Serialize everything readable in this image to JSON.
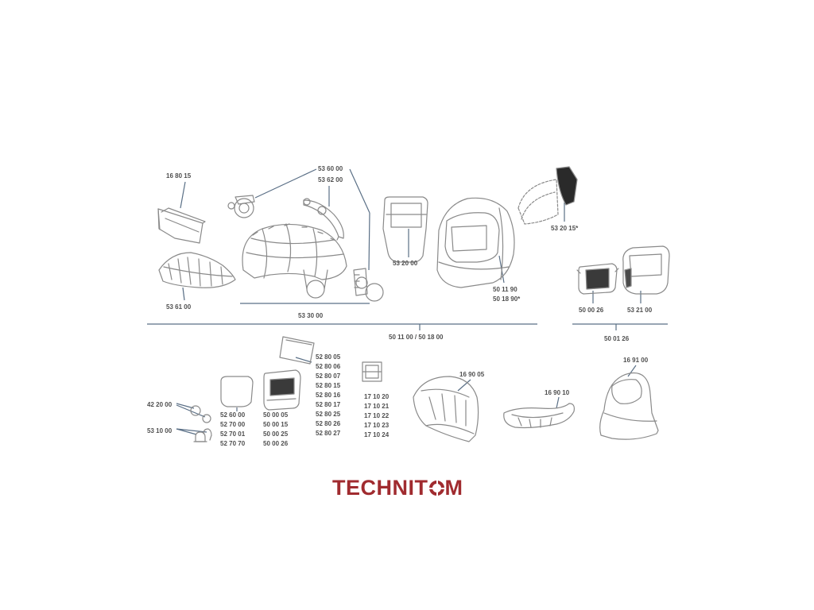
{
  "colors": {
    "line": "#5a6f86",
    "label": "#4f4f4f",
    "sketch": "#8a8a8a",
    "brand": "#a02b2f"
  },
  "labels": {
    "l_168015": "16 80 15",
    "l_536000": "53 60 00",
    "l_536200": "53 62 00",
    "l_536100": "53 61 00",
    "l_533000": "53 30 00",
    "l_532000": "53 20 00",
    "l_501190": "50 11 90",
    "l_501890": "50 18 90*",
    "l_532015": "53 20 15*",
    "l_500026": "50 00 26",
    "l_532100": "53 21 00",
    "l_main": "50 11 00 / 50 18 00",
    "l_500126": "50 01 26",
    "l_169100": "16 91 00",
    "l_169005": "16 90 05",
    "l_169010": "16 90 10",
    "l_422000": "42 20 00",
    "l_531000": "53 10 00",
    "l_526000_list": [
      "52 60 00",
      "52 70 00",
      "52 70 01",
      "52 70 70"
    ],
    "l_500005_list": [
      "50 00 05",
      "50 00 15",
      "50 00 25",
      "50 00 26"
    ],
    "l_528005_list": [
      "52 80 05",
      "52 80 06",
      "52 80 07",
      "52 80 15",
      "52 80 16",
      "52 80 17",
      "52 80 25",
      "52 80 26",
      "52 80 27"
    ],
    "l_171020_list": [
      "17 10 20",
      "17 10 21",
      "17 10 22",
      "17 10 23",
      "17 10 24"
    ]
  },
  "logo": {
    "part1": "TECHNIT",
    "part2": "M"
  }
}
